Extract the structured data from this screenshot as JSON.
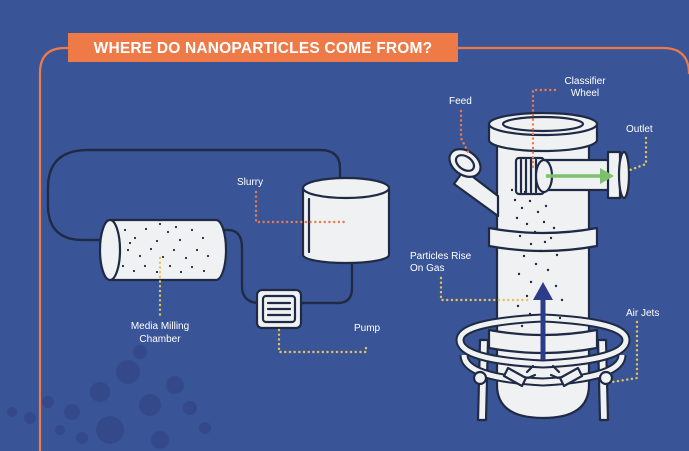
{
  "title": "WHERE DO NANOPARTICLES COME FROM?",
  "labels": {
    "slurry": "Slurry",
    "media_milling_1": "Media Milling",
    "media_milling_2": "Chamber",
    "pump": "Pump",
    "feed": "Feed",
    "classifier_1": "Classifier",
    "classifier_2": "Wheel",
    "outlet": "Outlet",
    "particles_1": "Particles Rise",
    "particles_2": "On Gas",
    "air_jets": "Air Jets"
  },
  "colors": {
    "background": "#3a5597",
    "accent_orange": "#ee7a48",
    "leader_yellow": "#e4c45a",
    "flow_green": "#7dc06b",
    "gas_arrow": "#2c3c8a",
    "apparatus_fill": "#f0f1f3",
    "outline": "#1f2b44"
  }
}
